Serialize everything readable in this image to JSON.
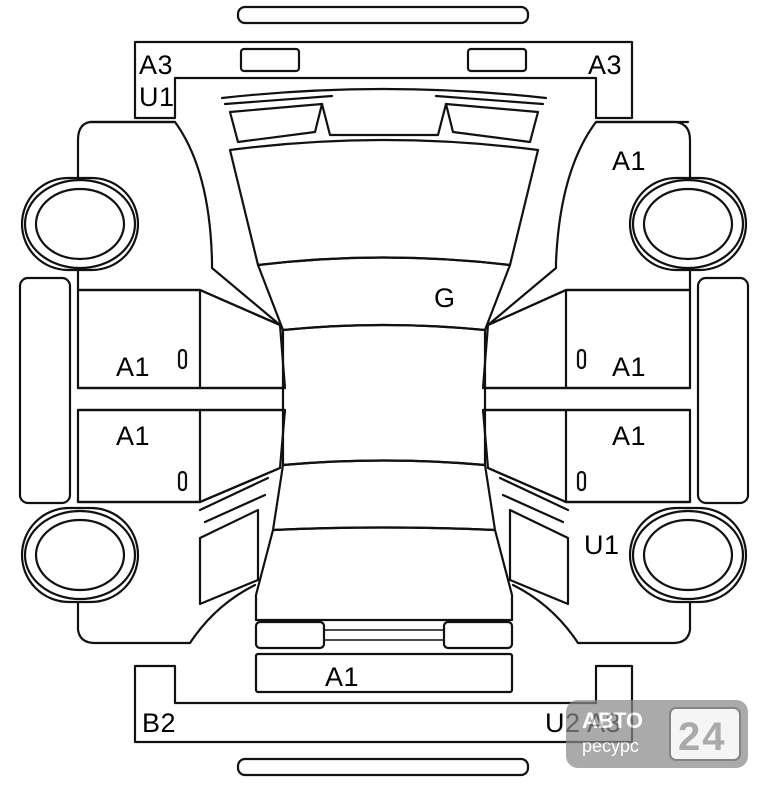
{
  "damage_codes": {
    "front_bumper_left": "A3",
    "front_bumper_left_2": "U1",
    "front_bumper_right": "A3",
    "front_right_fender": "A1",
    "roof": "G",
    "left_front_door": "A1",
    "left_rear_door": "A1",
    "right_front_door": "A1",
    "right_rear_door": "A1",
    "right_rear_quarter": "U1",
    "rear_panel": "A1",
    "rear_bumper_left": "B2",
    "rear_bumper_right": "U2 A3"
  },
  "watermark": {
    "brand_top": "АВТО",
    "brand_bottom": "ресурс",
    "digits": "24"
  }
}
